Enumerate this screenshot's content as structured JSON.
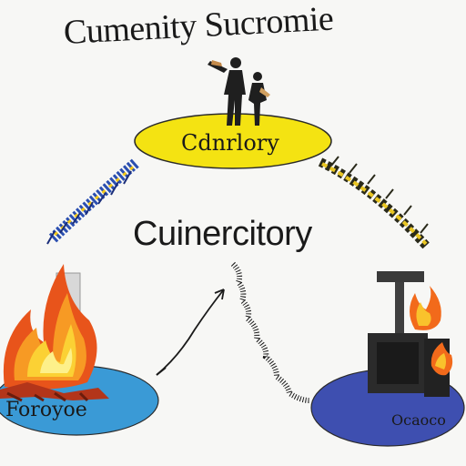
{
  "diagram": {
    "title": "Cumenity Sucromie",
    "center_text": "Cuinercitory",
    "nodes": {
      "top": {
        "label": "Cdnrlory",
        "fill": "#f4e312"
      },
      "left": {
        "label": "Foroyoe",
        "fill": "#3a9ad6"
      },
      "right": {
        "label": "Ocaoco",
        "fill": "#3e4fb0"
      }
    },
    "connectors": {
      "left_rope": {
        "color": "#2b4fb0",
        "accent": "#f2c81a"
      },
      "right_rope": {
        "color": "#2a2a1a",
        "accent": "#e9c623"
      }
    },
    "icons": {
      "top": "people-silhouette-icon",
      "left": "campfire-icon",
      "right": "stove-fire-icon"
    }
  }
}
